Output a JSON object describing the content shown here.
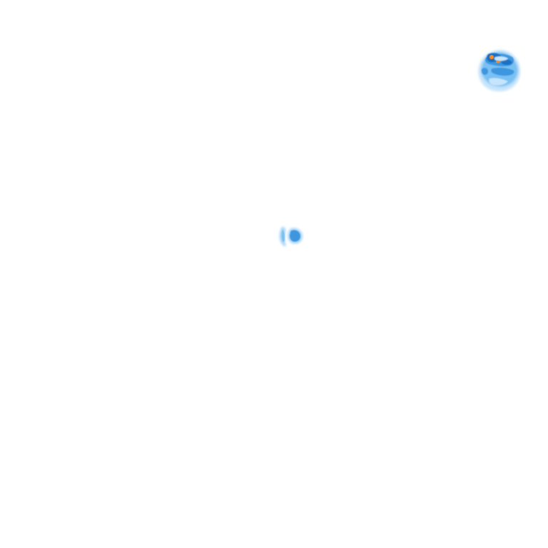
{
  "map": {
    "kind": "precipitation radar tile",
    "background_color": "#ffffff",
    "legend_colors": {
      "light": "#c6e4fb",
      "moderate": "#79c0f3",
      "heavy": "#3d96de",
      "very_heavy": "#1f6fc4",
      "extreme": "#ff8a1c"
    },
    "echo_cells": [
      {
        "name": "northeast-storm-cell",
        "shape": "roughly circular cluster with strong core",
        "max_intensity": "extreme"
      },
      {
        "name": "central-shower-cell",
        "shape": "small crescent-shaped cluster",
        "max_intensity": "heavy"
      }
    ]
  }
}
